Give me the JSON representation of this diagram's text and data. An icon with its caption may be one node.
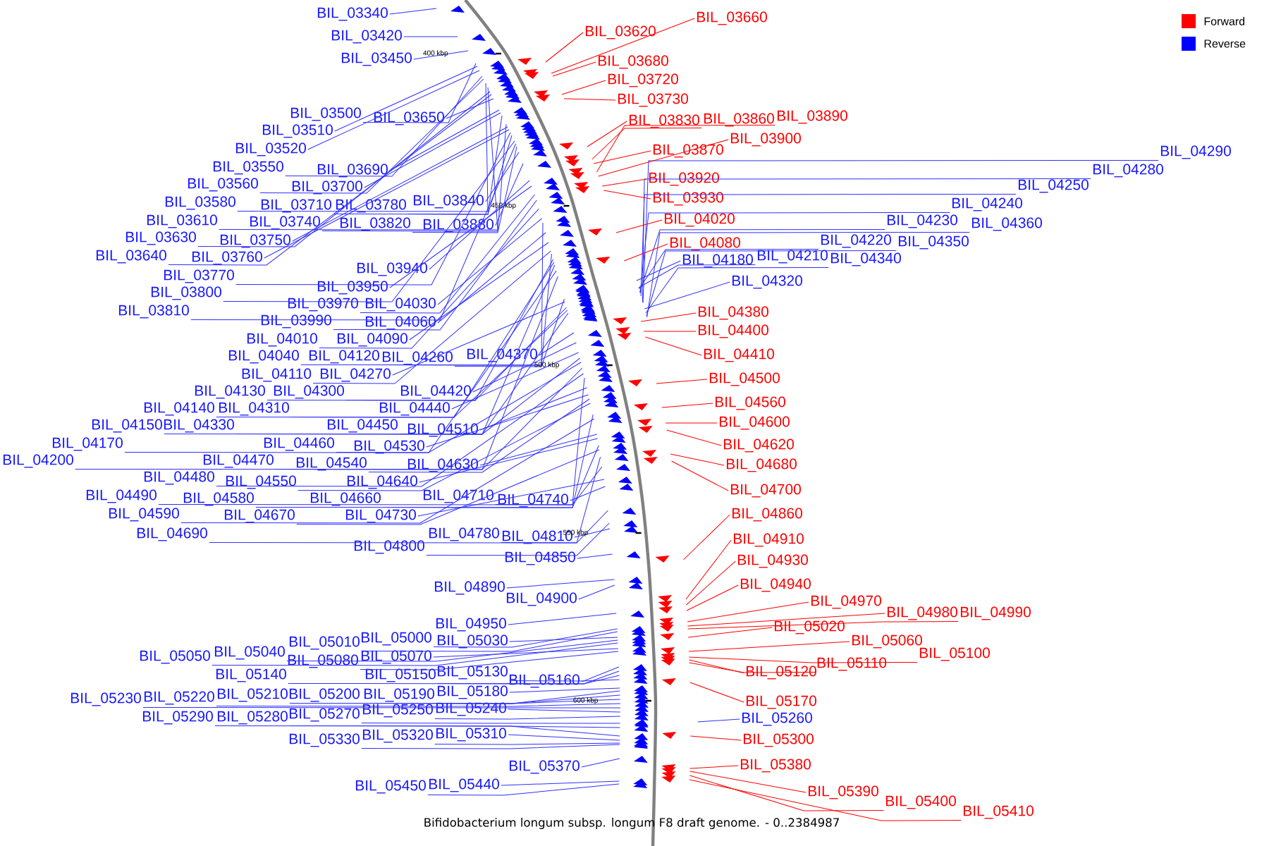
{
  "diagram": {
    "caption": "Bifidobacterium longum subsp. longum F8 draft genome. - 0..2384987",
    "nodes": [
      {
        "text": [
          "BIL_03340"
        ]
      },
      {
        "text": [
          "BIL_03420"
        ]
      },
      {
        "text": [
          "BIL_03450"
        ]
      },
      {
        "text": [
          "BIL_03500"
        ]
      },
      {
        "text": [
          "BIL_03650"
        ]
      },
      {
        "text": [
          "BIL_03510"
        ]
      },
      {
        "text": [
          "BIL_03520"
        ]
      },
      {
        "text": [
          "BIL_03550"
        ]
      },
      {
        "text": [
          "BIL_03560"
        ]
      },
      {
        "text": [
          "BIL_03690"
        ]
      },
      {
        "text": [
          "BIL_03700"
        ]
      },
      {
        "text": [
          "BIL_03580"
        ]
      },
      {
        "text": [
          "BIL_03710"
        ]
      },
      {
        "text": [
          "BIL_03780"
        ]
      },
      {
        "text": [
          "BIL_03840"
        ]
      },
      {
        "text": [
          "BIL_03610"
        ]
      },
      {
        "text": [
          "BIL_03740"
        ]
      },
      {
        "text": [
          "BIL_03820"
        ]
      },
      {
        "text": [
          "BIL_03880"
        ]
      },
      {
        "text": [
          "BIL_03630"
        ]
      },
      {
        "text": [
          "BIL_03750"
        ]
      },
      {
        "text": [
          "BIL_03640"
        ]
      },
      {
        "text": [
          "BIL_03760"
        ]
      },
      {
        "text": [
          "BIL_03940"
        ]
      },
      {
        "text": [
          "BIL_03770"
        ]
      },
      {
        "text": [
          "BIL_03950"
        ]
      },
      {
        "text": [
          "BIL_03800"
        ]
      },
      {
        "text": [
          "BIL_03970"
        ]
      },
      {
        "text": [
          "BIL_04030"
        ]
      },
      {
        "text": [
          "BIL_03810"
        ]
      },
      {
        "text": [
          "BIL_03990"
        ]
      },
      {
        "text": [
          "BIL_04060"
        ]
      },
      {
        "text": [
          "BIL_04010"
        ]
      },
      {
        "text": [
          "BIL_04090"
        ]
      },
      {
        "text": [
          "BIL_04040"
        ]
      },
      {
        "text": [
          "BIL_04120"
        ]
      },
      {
        "text": [
          "BIL_04260"
        ]
      },
      {
        "text": [
          "BIL_04370"
        ]
      },
      {
        "text": [
          "BIL_04110"
        ]
      },
      {
        "text": [
          "BIL_04270"
        ]
      },
      {
        "text": [
          "BIL_04130"
        ]
      },
      {
        "text": [
          "BIL_04300"
        ]
      },
      {
        "text": [
          "BIL_04420"
        ]
      },
      {
        "text": [
          "BIL_04140"
        ]
      },
      {
        "text": [
          "BIL_04310"
        ]
      },
      {
        "text": [
          "BIL_04440"
        ]
      },
      {
        "text": [
          "BIL_04150"
        ]
      },
      {
        "text": [
          "BIL_04330"
        ]
      },
      {
        "text": [
          "BIL_04450"
        ]
      },
      {
        "text": [
          "BIL_04510"
        ]
      },
      {
        "text": [
          "BIL_04170"
        ]
      },
      {
        "text": [
          "BIL_04460"
        ]
      },
      {
        "text": [
          "BIL_04530"
        ]
      },
      {
        "text": [
          "BIL_04200"
        ]
      },
      {
        "text": [
          "BIL_04470"
        ]
      },
      {
        "text": [
          "BIL_04540"
        ]
      },
      {
        "text": [
          "BIL_04630"
        ]
      },
      {
        "text": [
          "BIL_04480"
        ]
      },
      {
        "text": [
          "BIL_04550"
        ]
      },
      {
        "text": [
          "BIL_04640"
        ]
      },
      {
        "text": [
          "BIL_04490"
        ]
      },
      {
        "text": [
          "BIL_04580"
        ]
      },
      {
        "text": [
          "BIL_04660"
        ]
      },
      {
        "text": [
          "BIL_04710"
        ]
      },
      {
        "text": [
          "BIL_04740"
        ]
      },
      {
        "text": [
          "BIL_04590"
        ]
      },
      {
        "text": [
          "BIL_04670"
        ]
      },
      {
        "text": [
          "BIL_04730"
        ]
      },
      {
        "text": [
          "BIL_04690"
        ]
      },
      {
        "text": [
          "BIL_04780"
        ]
      },
      {
        "text": [
          "BIL_04810"
        ]
      },
      {
        "text": [
          "BIL_04800"
        ]
      },
      {
        "text": [
          "BIL_04850"
        ]
      },
      {
        "text": [
          "BIL_04890"
        ]
      },
      {
        "text": [
          "BIL_04900"
        ]
      },
      {
        "text": [
          "BIL_04950"
        ]
      },
      {
        "text": [
          "BIL_05010"
        ]
      },
      {
        "text": [
          "BIL_05000"
        ]
      },
      {
        "text": [
          "BIL_05030"
        ]
      },
      {
        "text": [
          "BIL_05050"
        ]
      },
      {
        "text": [
          "BIL_05040"
        ]
      },
      {
        "text": [
          "BIL_05080"
        ]
      },
      {
        "text": [
          "BIL_05070"
        ]
      },
      {
        "text": [
          "BIL_05140"
        ]
      },
      {
        "text": [
          "BIL_05150"
        ]
      },
      {
        "text": [
          "BIL_05130"
        ]
      },
      {
        "text": [
          "BIL_05160"
        ]
      },
      {
        "text": [
          "BIL_05230"
        ]
      },
      {
        "text": [
          "BIL_05220"
        ]
      },
      {
        "text": [
          "BIL_05210"
        ]
      },
      {
        "text": [
          "BIL_05200"
        ]
      },
      {
        "text": [
          "BIL_05190"
        ]
      },
      {
        "text": [
          "BIL_05180"
        ]
      },
      {
        "text": [
          "BIL_05290"
        ]
      },
      {
        "text": [
          "BIL_05280"
        ]
      },
      {
        "text": [
          "BIL_05270"
        ]
      },
      {
        "text": [
          "BIL_05250"
        ]
      },
      {
        "text": [
          "BIL_05240"
        ]
      },
      {
        "text": [
          "BIL_05330"
        ]
      },
      {
        "text": [
          "BIL_05320"
        ]
      },
      {
        "text": [
          "BIL_05310"
        ]
      },
      {
        "text": [
          "BIL_05370"
        ]
      },
      {
        "text": [
          "BIL_05450"
        ]
      },
      {
        "text": [
          "BIL_05440"
        ]
      },
      {
        "text": [
          "BIL_04180"
        ]
      },
      {
        "text": [
          "BIL_04210"
        ]
      },
      {
        "text": [
          "BIL_04340"
        ]
      },
      {
        "text": [
          "BIL_04320"
        ]
      },
      {
        "text": [
          "BIL_04220"
        ]
      },
      {
        "text": [
          "BIL_04350"
        ]
      },
      {
        "text": [
          "BIL_04230"
        ]
      },
      {
        "text": [
          "BIL_04360"
        ]
      },
      {
        "text": [
          "BIL_04240"
        ]
      },
      {
        "text": [
          "BIL_04250"
        ]
      },
      {
        "text": [
          "BIL_04280"
        ]
      },
      {
        "text": [
          "BIL_04290"
        ]
      },
      {
        "text": [
          "BIL_05260"
        ]
      },
      {
        "text": [
          "BIL_03660"
        ]
      },
      {
        "text": [
          "BIL_03620"
        ]
      },
      {
        "text": [
          "BIL_03680"
        ]
      },
      {
        "text": [
          "BIL_03720"
        ]
      },
      {
        "text": [
          "BIL_03730"
        ]
      },
      {
        "text": [
          "BIL_03830"
        ]
      },
      {
        "text": [
          "BIL_03860"
        ]
      },
      {
        "text": [
          "BIL_03890"
        ]
      },
      {
        "text": [
          "BIL_03900"
        ]
      },
      {
        "text": [
          "BIL_03870"
        ]
      },
      {
        "text": [
          "BIL_03920"
        ]
      },
      {
        "text": [
          "BIL_03930"
        ]
      },
      {
        "text": [
          "BIL_04020"
        ]
      },
      {
        "text": [
          "BIL_04080"
        ]
      },
      {
        "text": [
          "BIL_04380"
        ]
      },
      {
        "text": [
          "BIL_04400"
        ]
      },
      {
        "text": [
          "BIL_04410"
        ]
      },
      {
        "text": [
          "BIL_04500"
        ]
      },
      {
        "text": [
          "BIL_04560"
        ]
      },
      {
        "text": [
          "BIL_04600"
        ]
      },
      {
        "text": [
          "BIL_04620"
        ]
      },
      {
        "text": [
          "BIL_04680"
        ]
      },
      {
        "text": [
          "BIL_04700"
        ]
      },
      {
        "text": [
          "BIL_04860"
        ]
      },
      {
        "text": [
          "BIL_04910"
        ]
      },
      {
        "text": [
          "BIL_04930"
        ]
      },
      {
        "text": [
          "BIL_04940"
        ]
      },
      {
        "text": [
          "BIL_04970"
        ]
      },
      {
        "text": [
          "BIL_04980"
        ]
      },
      {
        "text": [
          "BIL_04990"
        ]
      },
      {
        "text": [
          "BIL_05020"
        ]
      },
      {
        "text": [
          "BIL_05060"
        ]
      },
      {
        "text": [
          "BIL_05100"
        ]
      },
      {
        "text": [
          "BIL_05110"
        ]
      },
      {
        "text": [
          "BIL_05120"
        ]
      },
      {
        "text": [
          "BIL_05170"
        ]
      },
      {
        "text": [
          "BIL_05300"
        ]
      },
      {
        "text": [
          "BIL_05380"
        ]
      },
      {
        "text": [
          "BIL_05390"
        ]
      },
      {
        "text": [
          "BIL_05400"
        ]
      },
      {
        "text": [
          "BIL_05410"
        ]
      }
    ],
    "edges": [
      {
        "from": 0,
        "to": null,
        "arrow": "none"
      },
      {
        "from": 1,
        "to": null,
        "arrow": "none"
      },
      {
        "from": 2,
        "to": null,
        "arrow": "none"
      },
      {
        "from": 3,
        "to": null,
        "arrow": "none"
      },
      {
        "from": 4,
        "to": null,
        "arrow": "none"
      },
      {
        "from": 5,
        "to": null,
        "arrow": "none"
      },
      {
        "from": 6,
        "to": null,
        "arrow": "none"
      },
      {
        "from": 7,
        "to": null,
        "arrow": "none"
      },
      {
        "from": 8,
        "to": null,
        "arrow": "none"
      },
      {
        "from": 9,
        "to": null,
        "arrow": "none"
      },
      {
        "from": 10,
        "to": null,
        "arrow": "none"
      },
      {
        "from": 11,
        "to": null,
        "arrow": "none"
      },
      {
        "from": 12,
        "to": null,
        "arrow": "none"
      },
      {
        "from": 13,
        "to": null,
        "arrow": "none"
      },
      {
        "from": 14,
        "to": null,
        "arrow": "none"
      },
      {
        "from": 15,
        "to": null,
        "arrow": "none"
      },
      {
        "from": 16,
        "to": null,
        "arrow": "none"
      },
      {
        "from": 17,
        "to": null,
        "arrow": "none"
      },
      {
        "from": 18,
        "to": null,
        "arrow": "none"
      },
      {
        "from": 19,
        "to": null,
        "arrow": "none"
      },
      {
        "from": 20,
        "to": null,
        "arrow": "none"
      },
      {
        "from": 21,
        "to": null,
        "arrow": "none"
      },
      {
        "from": 22,
        "to": null,
        "arrow": "none"
      },
      {
        "from": 23,
        "to": null,
        "arrow": "none"
      },
      {
        "from": 24,
        "to": null,
        "arrow": "none"
      },
      {
        "from": 25,
        "to": null,
        "arrow": "none"
      },
      {
        "from": 26,
        "to": null,
        "arrow": "none"
      },
      {
        "from": 27,
        "to": null,
        "arrow": "none"
      },
      {
        "from": 28,
        "to": null,
        "arrow": "none"
      },
      {
        "from": 29,
        "to": null,
        "arrow": "none"
      },
      {
        "from": 30,
        "to": null,
        "arrow": "none"
      },
      {
        "from": 31,
        "to": null,
        "arrow": "none"
      },
      {
        "from": 32,
        "to": null,
        "arrow": "none"
      },
      {
        "from": 33,
        "to": null,
        "arrow": "none"
      },
      {
        "from": 34,
        "to": null,
        "arrow": "none"
      },
      {
        "from": 35,
        "to": null,
        "arrow": "none"
      },
      {
        "from": 36,
        "to": null,
        "arrow": "none"
      },
      {
        "from": 37,
        "to": null,
        "arrow": "none"
      },
      {
        "from": 38,
        "to": null,
        "arrow": "none"
      },
      {
        "from": 39,
        "to": null,
        "arrow": "none"
      },
      {
        "from": 40,
        "to": null,
        "arrow": "none"
      },
      {
        "from": 41,
        "to": null,
        "arrow": "none"
      },
      {
        "from": 42,
        "to": null,
        "arrow": "none"
      },
      {
        "from": 43,
        "to": null,
        "arrow": "none"
      },
      {
        "from": 44,
        "to": null,
        "arrow": "none"
      },
      {
        "from": 45,
        "to": null,
        "arrow": "none"
      },
      {
        "from": 46,
        "to": null,
        "arrow": "none"
      },
      {
        "from": 47,
        "to": null,
        "arrow": "none"
      },
      {
        "from": 48,
        "to": null,
        "arrow": "none"
      },
      {
        "from": 49,
        "to": null,
        "arrow": "none"
      },
      {
        "from": 50,
        "to": null,
        "arrow": "none"
      },
      {
        "from": 51,
        "to": null,
        "arrow": "none"
      },
      {
        "from": 52,
        "to": null,
        "arrow": "none"
      },
      {
        "from": 53,
        "to": null,
        "arrow": "none"
      },
      {
        "from": 54,
        "to": null,
        "arrow": "none"
      },
      {
        "from": 55,
        "to": null,
        "arrow": "none"
      },
      {
        "from": 56,
        "to": null,
        "arrow": "none"
      },
      {
        "from": 57,
        "to": null,
        "arrow": "none"
      },
      {
        "from": 58,
        "to": null,
        "arrow": "none"
      },
      {
        "from": 59,
        "to": null,
        "arrow": "none"
      },
      {
        "from": 60,
        "to": null,
        "arrow": "none"
      },
      {
        "from": 61,
        "to": null,
        "arrow": "none"
      },
      {
        "from": 62,
        "to": null,
        "arrow": "none"
      },
      {
        "from": 63,
        "to": null,
        "arrow": "none"
      },
      {
        "from": 64,
        "to": null,
        "arrow": "none"
      },
      {
        "from": 65,
        "to": null,
        "arrow": "none"
      },
      {
        "from": 66,
        "to": null,
        "arrow": "none"
      },
      {
        "from": 67,
        "to": null,
        "arrow": "none"
      },
      {
        "from": 68,
        "to": null,
        "arrow": "none"
      },
      {
        "from": 69,
        "to": null,
        "arrow": "none"
      },
      {
        "from": 70,
        "to": null,
        "arrow": "none"
      },
      {
        "from": 71,
        "to": null,
        "arrow": "none"
      },
      {
        "from": 72,
        "to": null,
        "arrow": "none"
      },
      {
        "from": 73,
        "to": null,
        "arrow": "none"
      },
      {
        "from": 74,
        "to": null,
        "arrow": "none"
      },
      {
        "from": 75,
        "to": null,
        "arrow": "none"
      },
      {
        "from": 76,
        "to": null,
        "arrow": "none"
      },
      {
        "from": 77,
        "to": null,
        "arrow": "none"
      },
      {
        "from": 78,
        "to": null,
        "arrow": "none"
      },
      {
        "from": 79,
        "to": null,
        "arrow": "none"
      },
      {
        "from": 80,
        "to": null,
        "arrow": "none"
      },
      {
        "from": 81,
        "to": null,
        "arrow": "none"
      },
      {
        "from": 82,
        "to": null,
        "arrow": "none"
      },
      {
        "from": 83,
        "to": null,
        "arrow": "none"
      },
      {
        "from": 84,
        "to": null,
        "arrow": "none"
      },
      {
        "from": 85,
        "to": null,
        "arrow": "none"
      },
      {
        "from": 86,
        "to": null,
        "arrow": "none"
      },
      {
        "from": 87,
        "to": null,
        "arrow": "none"
      },
      {
        "from": 88,
        "to": null,
        "arrow": "none"
      },
      {
        "from": 89,
        "to": null,
        "arrow": "none"
      },
      {
        "from": 90,
        "to": null,
        "arrow": "none"
      },
      {
        "from": 91,
        "to": null,
        "arrow": "none"
      },
      {
        "from": 92,
        "to": null,
        "arrow": "none"
      },
      {
        "from": 93,
        "to": null,
        "arrow": "none"
      },
      {
        "from": 94,
        "to": null,
        "arrow": "none"
      },
      {
        "from": 95,
        "to": null,
        "arrow": "none"
      },
      {
        "from": 96,
        "to": null,
        "arrow": "none"
      },
      {
        "from": 97,
        "to": null,
        "arrow": "none"
      },
      {
        "from": 98,
        "to": null,
        "arrow": "none"
      },
      {
        "from": 99,
        "to": null,
        "arrow": "none"
      },
      {
        "from": 100,
        "to": null,
        "arrow": "none"
      },
      {
        "from": 101,
        "to": null,
        "arrow": "none"
      },
      {
        "from": 102,
        "to": null,
        "arrow": "none"
      },
      {
        "from": 103,
        "to": null,
        "arrow": "none"
      },
      {
        "from": 104,
        "to": null,
        "arrow": "none"
      },
      {
        "from": 105,
        "to": null,
        "arrow": "none"
      },
      {
        "from": 106,
        "to": null,
        "arrow": "none"
      },
      {
        "from": 107,
        "to": null,
        "arrow": "none"
      },
      {
        "from": 108,
        "to": null,
        "arrow": "none"
      },
      {
        "from": 109,
        "to": null,
        "arrow": "none"
      },
      {
        "from": 110,
        "to": null,
        "arrow": "none"
      },
      {
        "from": 111,
        "to": null,
        "arrow": "none"
      },
      {
        "from": 112,
        "to": null,
        "arrow": "none"
      },
      {
        "from": 113,
        "to": null,
        "arrow": "none"
      },
      {
        "from": 114,
        "to": null,
        "arrow": "none"
      },
      {
        "from": 115,
        "to": null,
        "arrow": "none"
      },
      {
        "from": 116,
        "to": null,
        "arrow": "none"
      },
      {
        "from": 117,
        "to": null,
        "arrow": "none",
        "color": "#ff0000"
      },
      {
        "from": 118,
        "to": null,
        "arrow": "none",
        "color": "#ff0000"
      },
      {
        "from": 119,
        "to": null,
        "arrow": "none",
        "color": "#ff0000"
      },
      {
        "from": 120,
        "to": null,
        "arrow": "none",
        "color": "#ff0000"
      },
      {
        "from": 121,
        "to": null,
        "arrow": "none",
        "color": "#ff0000"
      },
      {
        "from": 122,
        "to": null,
        "arrow": "none",
        "color": "#ff0000"
      },
      {
        "from": 123,
        "to": null,
        "arrow": "none",
        "color": "#ff0000"
      },
      {
        "from": 124,
        "to": null,
        "arrow": "none",
        "color": "#ff0000"
      },
      {
        "from": 125,
        "to": null,
        "arrow": "none",
        "color": "#ff0000"
      },
      {
        "from": 126,
        "to": null,
        "arrow": "none",
        "color": "#ff0000"
      },
      {
        "from": 127,
        "to": null,
        "arrow": "none",
        "color": "#ff0000"
      },
      {
        "from": 128,
        "to": null,
        "arrow": "none",
        "color": "#ff0000"
      },
      {
        "from": 129,
        "to": null,
        "arrow": "none",
        "color": "#ff0000"
      },
      {
        "from": 130,
        "to": null,
        "arrow": "none",
        "color": "#ff0000"
      },
      {
        "from": 131,
        "to": null,
        "arrow": "none",
        "color": "#ff0000"
      },
      {
        "from": 132,
        "to": null,
        "arrow": "none",
        "color": "#ff0000"
      },
      {
        "from": 133,
        "to": null,
        "arrow": "none",
        "color": "#ff0000"
      },
      {
        "from": 134,
        "to": null,
        "arrow": "none",
        "color": "#ff0000"
      },
      {
        "from": 135,
        "to": null,
        "arrow": "none",
        "color": "#ff0000"
      },
      {
        "from": 136,
        "to": null,
        "arrow": "none",
        "color": "#ff0000"
      },
      {
        "from": 137,
        "to": null,
        "arrow": "none",
        "color": "#ff0000"
      },
      {
        "from": 138,
        "to": null,
        "arrow": "none",
        "color": "#ff0000"
      },
      {
        "from": 139,
        "to": null,
        "arrow": "none",
        "color": "#ff0000"
      },
      {
        "from": 140,
        "to": null,
        "arrow": "none",
        "color": "#ff0000"
      },
      {
        "from": 141,
        "to": null,
        "arrow": "none",
        "color": "#ff0000"
      },
      {
        "from": 142,
        "to": null,
        "arrow": "none",
        "color": "#ff0000"
      },
      {
        "from": 143,
        "to": null,
        "arrow": "none",
        "color": "#ff0000"
      },
      {
        "from": 144,
        "to": null,
        "arrow": "none",
        "color": "#ff0000"
      },
      {
        "from": 145,
        "to": null,
        "arrow": "none",
        "color": "#ff0000"
      },
      {
        "from": 146,
        "to": null,
        "arrow": "none",
        "color": "#ff0000"
      },
      {
        "from": 147,
        "to": null,
        "arrow": "none",
        "color": "#ff0000"
      },
      {
        "from": 148,
        "to": null,
        "arrow": "none",
        "color": "#ff0000"
      },
      {
        "from": 149,
        "to": null,
        "arrow": "none",
        "color": "#ff0000"
      },
      {
        "from": 150,
        "to": null,
        "arrow": "none",
        "color": "#ff0000"
      },
      {
        "from": 151,
        "to": null,
        "arrow": "none",
        "color": "#ff0000"
      },
      {
        "from": 152,
        "to": null,
        "arrow": "none",
        "color": "#ff0000"
      },
      {
        "from": 153,
        "to": null,
        "arrow": "none",
        "color": "#ff0000"
      },
      {
        "from": 154,
        "to": null,
        "arrow": "none",
        "color": "#ff0000"
      },
      {
        "from": 155,
        "to": null,
        "arrow": "none",
        "color": "#ff0000"
      },
      {
        "from": 156,
        "to": null,
        "arrow": "none",
        "color": "#ff0000"
      },
      {
        "from": 157,
        "to": null,
        "arrow": "none",
        "color": "#ff0000"
      }
    ],
    "labels": [
      "400 kbp",
      "450 kbp",
      "500 kbp",
      "550 kbp",
      "600 kbp"
    ],
    "legend": [
      {
        "text": "Forward",
        "color": "#ff0000"
      },
      {
        "text": "Reverse",
        "color": "#0000ff"
      }
    ]
  }
}
